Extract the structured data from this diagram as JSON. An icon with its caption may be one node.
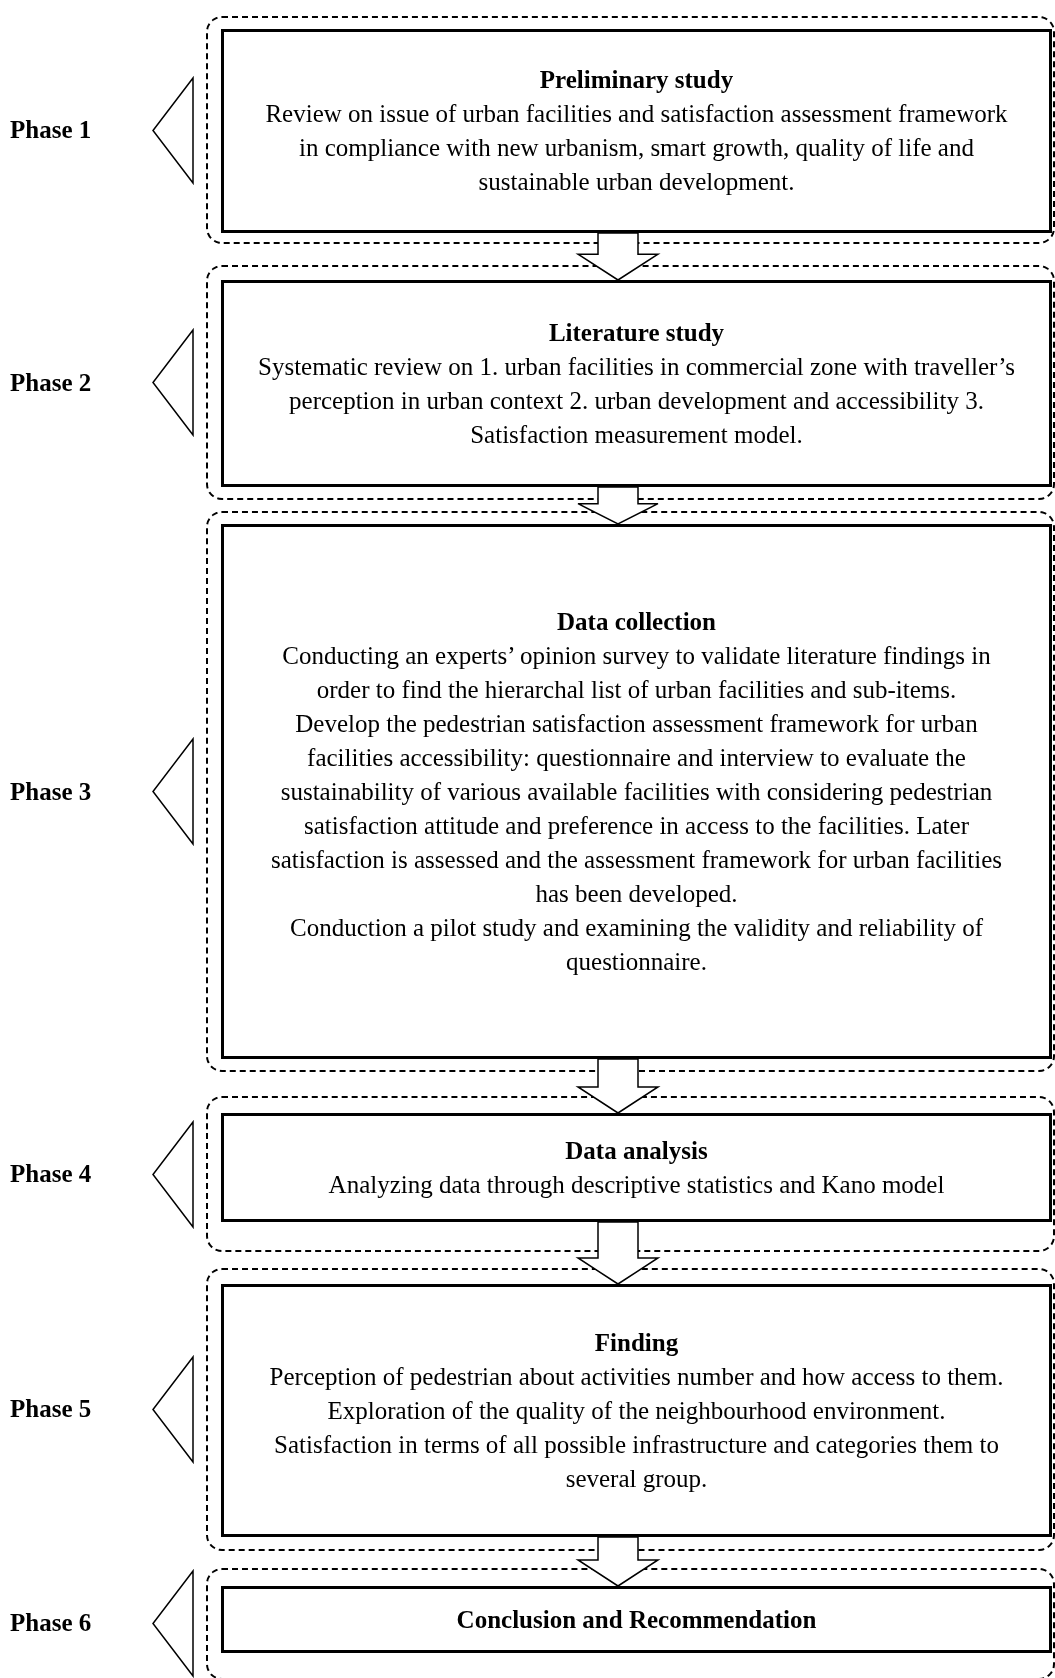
{
  "diagram": {
    "nodes": [
      {
        "text": [],
        "shape": "box"
      },
      {
        "text": [
          "Preliminary study",
          "Review on issue of urban facilities and satisfaction assessment framework in compliance with new urbanism, smart growth, quality of life and sustainable urban development."
        ],
        "in": 0
      },
      {
        "text": [],
        "shape": "box"
      },
      {
        "text": [
          "Literature study",
          "Systematic review on 1. urban facilities in commercial zone with traveller’s perception in urban context 2. urban development and accessibility 3. Satisfaction measurement model."
        ],
        "in": 2
      },
      {
        "text": [],
        "shape": "box"
      },
      {
        "text": [
          "Data collection",
          "Conducting an experts’ opinion survey to validate literature findings in order to find the hierarchal list of urban facilities and sub-items.",
          "Develop the pedestrian satisfaction assessment framework for urban facilities accessibility: questionnaire and interview to evaluate the sustainability of various available facilities with considering pedestrian satisfaction attitude and preference in access to the facilities.  Later satisfaction is assessed and the assessment framework for urban facilities has been developed.",
          "Conduction a pilot study and examining the validity and reliability of questionnaire."
        ],
        "in": 4
      },
      {
        "text": [],
        "shape": "box"
      },
      {
        "text": [
          "Data analysis",
          "Analyzing data through descriptive statistics and Kano model"
        ],
        "in": 6
      },
      {
        "text": [],
        "shape": "box"
      },
      {
        "text": [
          "Finding",
          "Perception of pedestrian about activities number and how access to them.",
          "Exploration of the quality of the neighbourhood environment.",
          "Satisfaction in terms of all possible infrastructure and categories them to several group."
        ],
        "in": 8
      },
      {
        "text": [],
        "shape": "box"
      },
      {
        "text": [
          "Conclusion and Recommendation"
        ],
        "in": 10
      },
      {
        "text": [],
        "shape": "triangle"
      },
      {
        "text": [],
        "shape": "triangle"
      },
      {
        "text": [],
        "shape": "triangle"
      },
      {
        "text": [],
        "shape": "triangle"
      },
      {
        "text": [],
        "shape": "triangle"
      },
      {
        "text": [],
        "shape": "triangle"
      }
    ],
    "edges": [
      {
        "from": 1,
        "to": 3,
        "arrow": "to"
      },
      {
        "from": 3,
        "to": 5,
        "arrow": "to"
      },
      {
        "from": 5,
        "to": 7,
        "arrow": "to"
      },
      {
        "from": 7,
        "to": 9,
        "arrow": "to"
      },
      {
        "from": 9,
        "to": 11,
        "arrow": "to"
      }
    ],
    "labels": [
      "Phase 1",
      "Phase 2",
      "Phase 3",
      "Phase 4",
      "Phase 5",
      "Phase 6"
    ]
  }
}
